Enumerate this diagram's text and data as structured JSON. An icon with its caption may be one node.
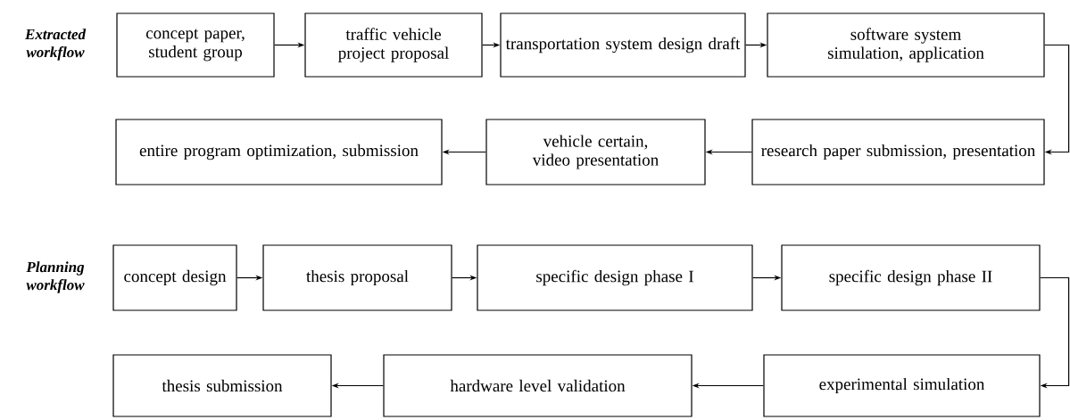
{
  "diagram": {
    "nodes": [
      {
        "text": [
          "concept paper, student group"
        ]
      },
      {
        "text": [
          "traffic vehicle project proposal"
        ]
      },
      {
        "text": [
          "transportation system design draft"
        ]
      },
      {
        "text": [
          "software system simulation, application"
        ]
      },
      {
        "text": [
          "entire program optimization, submission"
        ]
      },
      {
        "text": [
          "vehicle certain, video presentation"
        ]
      },
      {
        "text": [
          "research paper submission, presentation"
        ]
      },
      {
        "text": [
          "concept design"
        ]
      },
      {
        "text": [
          "thesis proposal"
        ]
      },
      {
        "text": [
          "specific design phase I"
        ]
      },
      {
        "text": [
          "specific design phase II"
        ]
      },
      {
        "text": [
          "thesis submission"
        ]
      },
      {
        "text": [
          "hardware level validation"
        ]
      },
      {
        "text": [
          "experimental simulation"
        ]
      }
    ],
    "edges": [
      {
        "from": 0,
        "to": 1,
        "arrow": "to"
      },
      {
        "from": 1,
        "to": 2,
        "arrow": "to"
      },
      {
        "from": 2,
        "to": 3,
        "arrow": "to"
      },
      {
        "from": 3,
        "to": 6,
        "arrow": "to"
      },
      {
        "from": 6,
        "to": 5,
        "arrow": "to"
      },
      {
        "from": 5,
        "to": 4,
        "arrow": "to"
      },
      {
        "from": 7,
        "to": 8,
        "arrow": "to"
      },
      {
        "from": 8,
        "to": 9,
        "arrow": "to"
      },
      {
        "from": 9,
        "to": 10,
        "arrow": "to"
      },
      {
        "from": 10,
        "to": 13,
        "arrow": "to"
      },
      {
        "from": 13,
        "to": 12,
        "arrow": "to"
      },
      {
        "from": 12,
        "to": 11,
        "arrow": "to"
      }
    ],
    "labels": [
      "Extracted workflow",
      "Planning workflow"
    ]
  }
}
